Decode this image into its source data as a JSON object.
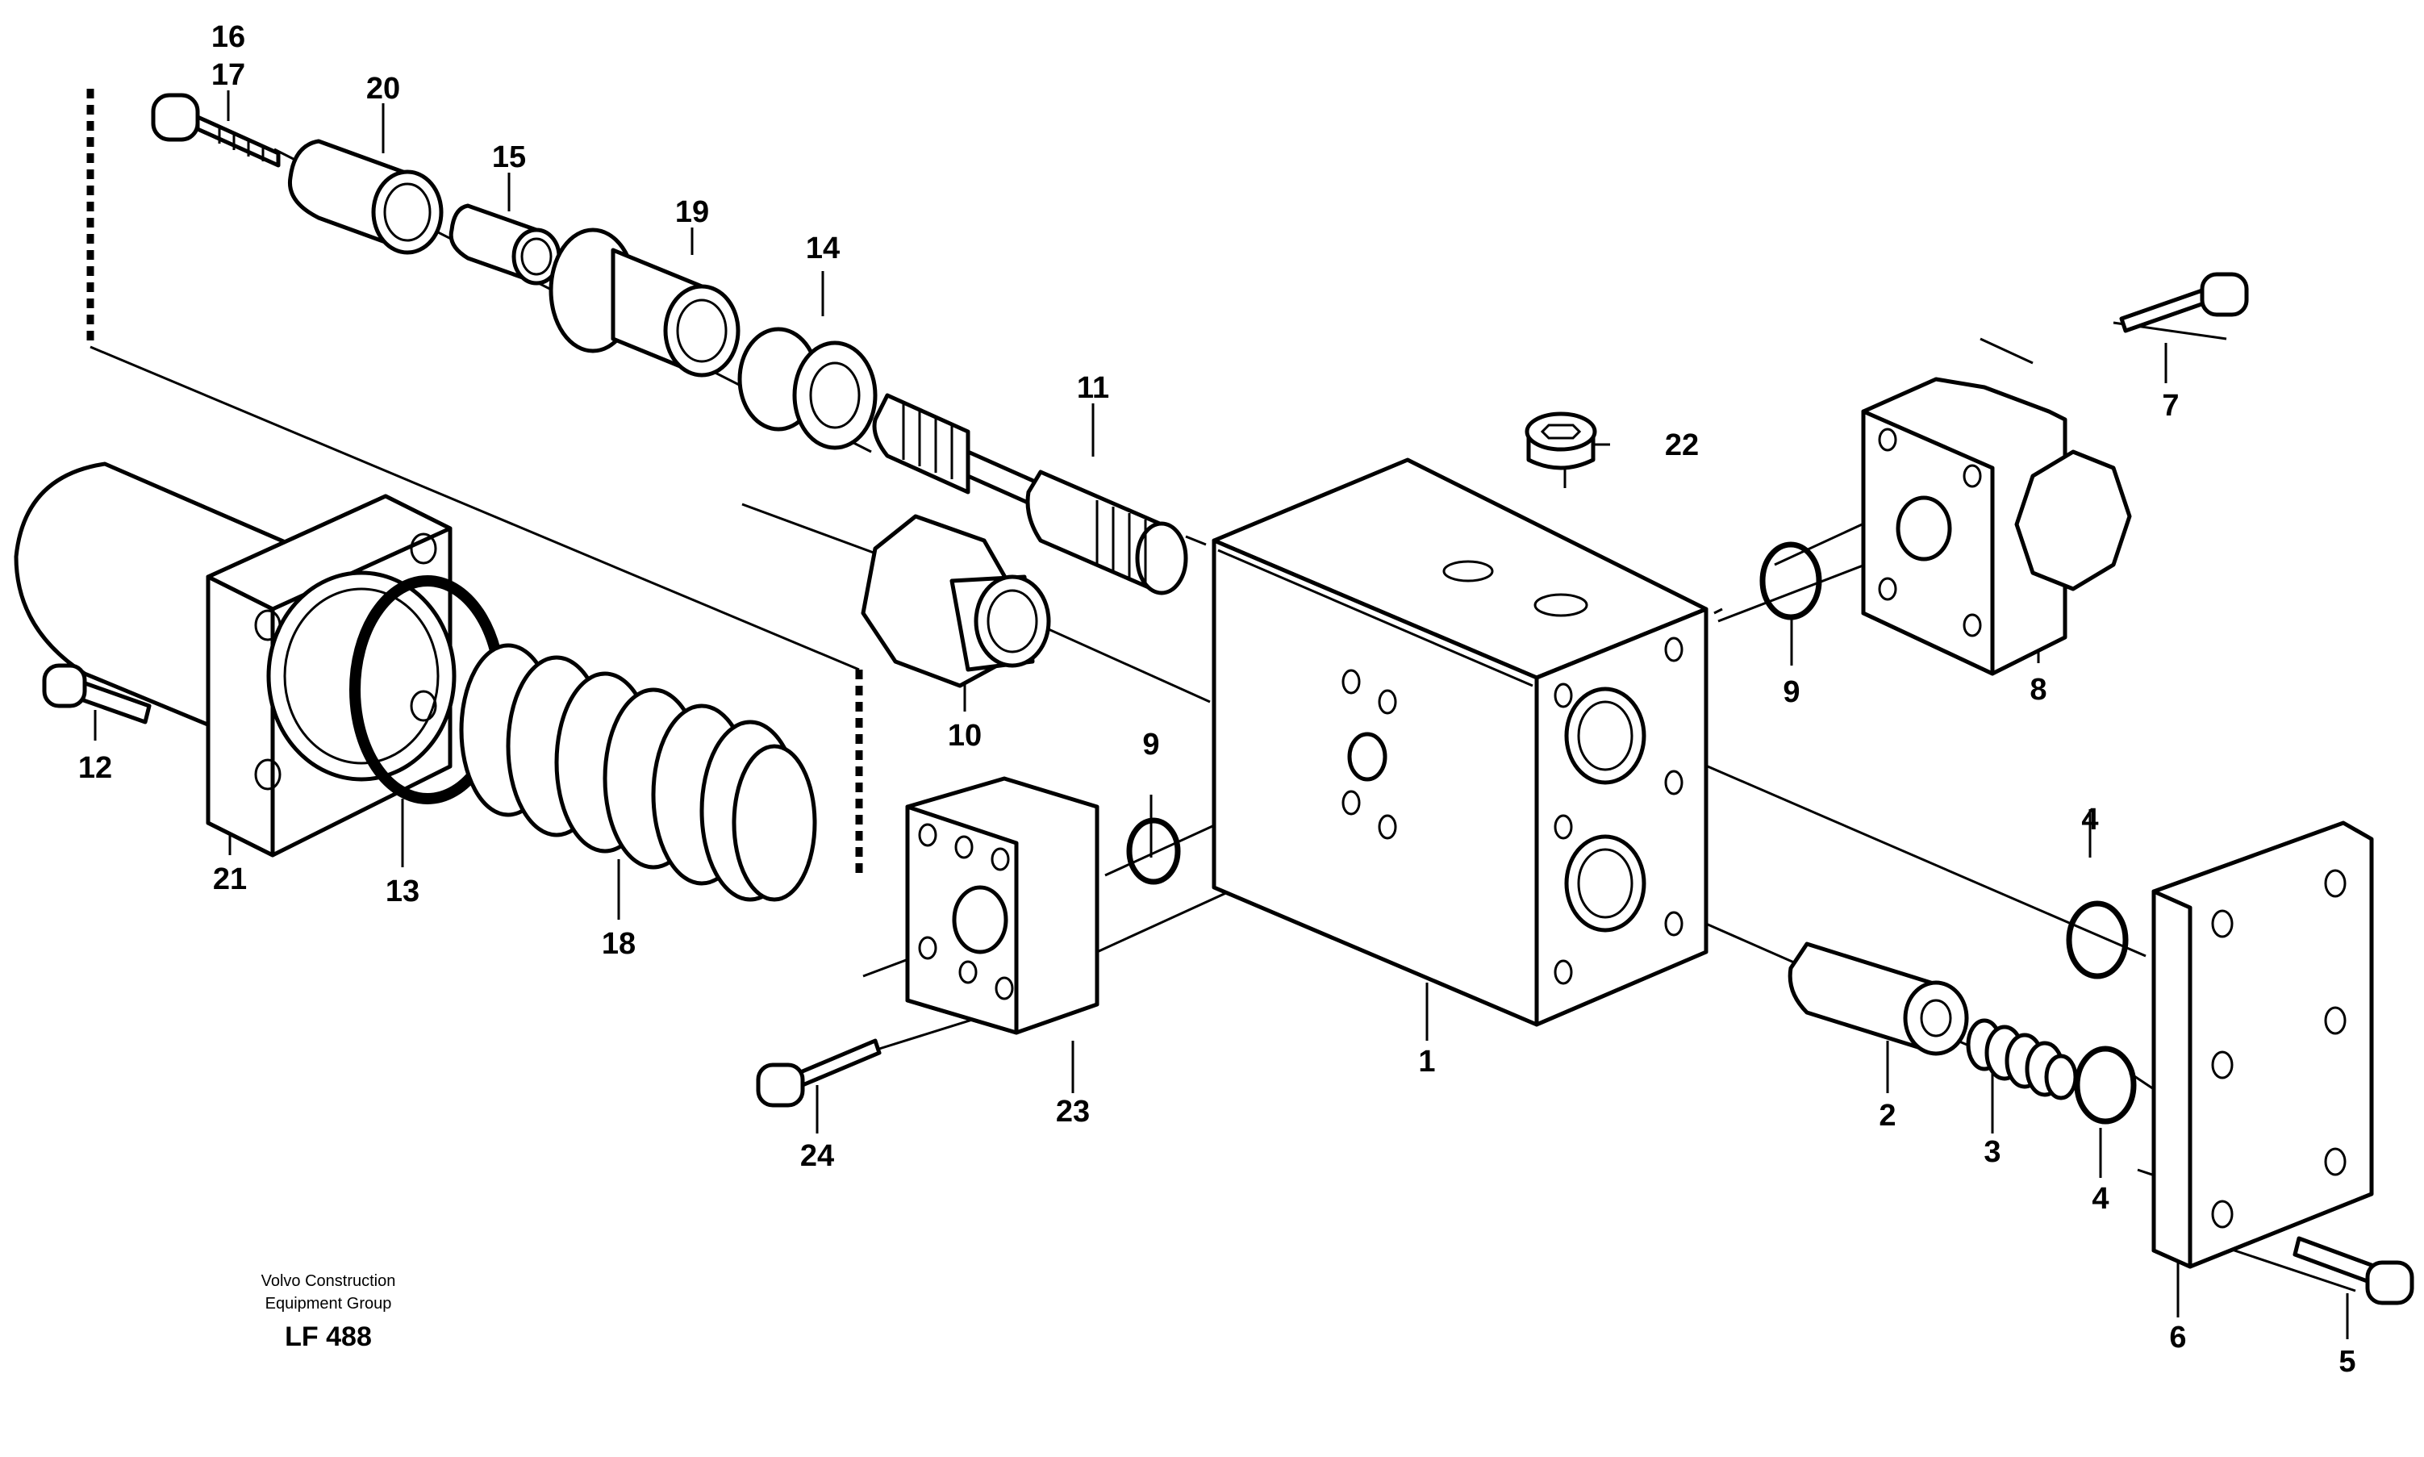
{
  "callouts": [
    {
      "id": "c16",
      "text": "16"
    },
    {
      "id": "c17",
      "text": "17"
    },
    {
      "id": "c20",
      "text": "20"
    },
    {
      "id": "c15",
      "text": "15"
    },
    {
      "id": "c19",
      "text": "19"
    },
    {
      "id": "c14",
      "text": "14"
    },
    {
      "id": "c11",
      "text": "11"
    },
    {
      "id": "c22",
      "text": "22"
    },
    {
      "id": "c7",
      "text": "7"
    },
    {
      "id": "c9a",
      "text": "9"
    },
    {
      "id": "c8",
      "text": "8"
    },
    {
      "id": "c10",
      "text": "10"
    },
    {
      "id": "c12",
      "text": "12"
    },
    {
      "id": "c21",
      "text": "21"
    },
    {
      "id": "c13",
      "text": "13"
    },
    {
      "id": "c18",
      "text": "18"
    },
    {
      "id": "c9b",
      "text": "9"
    },
    {
      "id": "c23",
      "text": "23"
    },
    {
      "id": "c24",
      "text": "24"
    },
    {
      "id": "c1",
      "text": "1"
    },
    {
      "id": "c4a",
      "text": "4"
    },
    {
      "id": "c2",
      "text": "2"
    },
    {
      "id": "c3",
      "text": "3"
    },
    {
      "id": "c4b",
      "text": "4"
    },
    {
      "id": "c6",
      "text": "6"
    },
    {
      "id": "c5",
      "text": "5"
    }
  ],
  "credit": {
    "line1": "Volvo Construction",
    "line2": "Equipment Group",
    "code": "LF 488"
  }
}
